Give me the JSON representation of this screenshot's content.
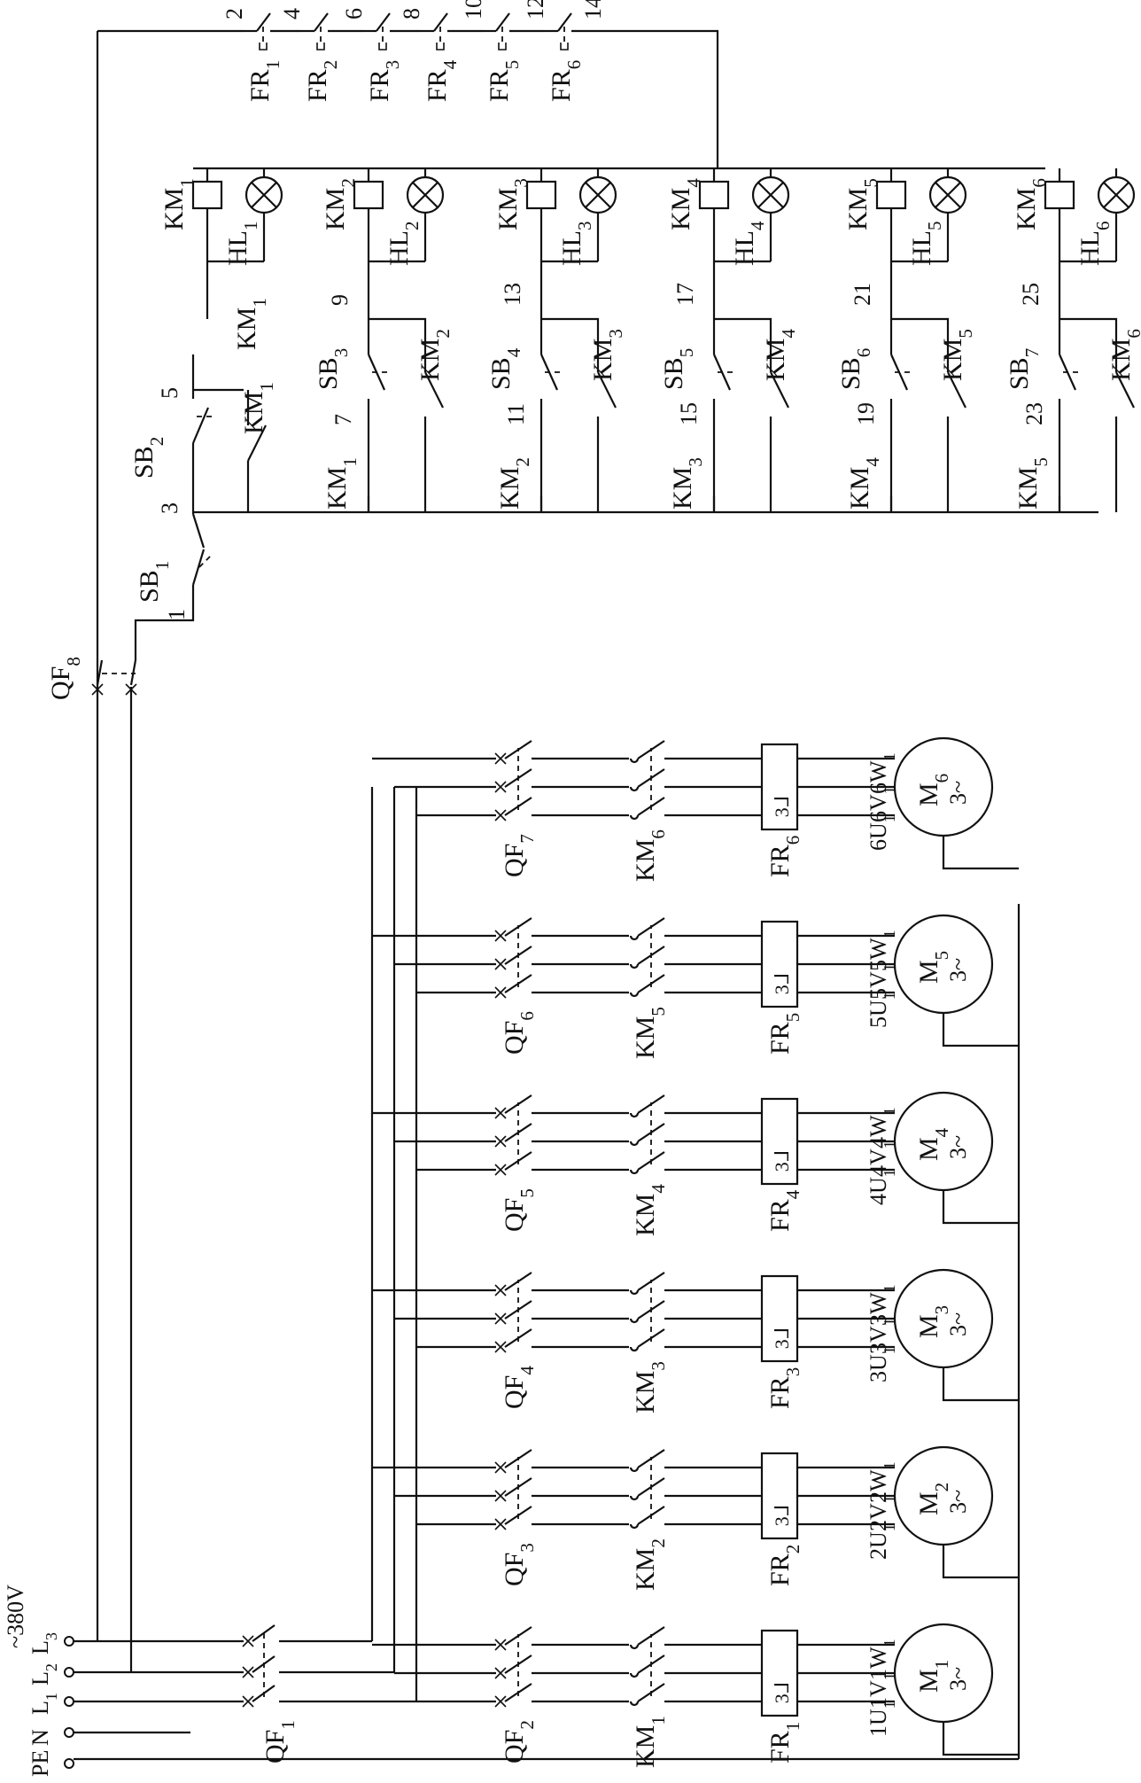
{
  "supply": {
    "voltage": "~380V",
    "terminals": [
      "PE",
      "N",
      "L1",
      "L2",
      "L3"
    ]
  },
  "feeders": [
    {
      "qf": "QF2",
      "km": "KM1",
      "fr": "FR1",
      "motor": "M1",
      "motor_type": "3~",
      "phases": [
        "1U1",
        "1V1",
        "1W1"
      ]
    },
    {
      "qf": "QF3",
      "km": "KM2",
      "fr": "FR2",
      "motor": "M2",
      "motor_type": "3~",
      "phases": [
        "2U1",
        "2V1",
        "2W1"
      ]
    },
    {
      "qf": "QF4",
      "km": "KM3",
      "fr": "FR3",
      "motor": "M3",
      "motor_type": "3~",
      "phases": [
        "3U1",
        "3V1",
        "3W1"
      ]
    },
    {
      "qf": "QF5",
      "km": "KM4",
      "fr": "FR4",
      "motor": "M4",
      "motor_type": "3~",
      "phases": [
        "4U1",
        "4V1",
        "4W1"
      ]
    },
    {
      "qf": "QF6",
      "km": "KM5",
      "fr": "FR5",
      "motor": "M5",
      "motor_type": "3~",
      "phases": [
        "5U1",
        "5V1",
        "5W1"
      ]
    },
    {
      "qf": "QF7",
      "km": "KM6",
      "fr": "FR6",
      "motor": "M6",
      "motor_type": "3~",
      "phases": [
        "6U1",
        "6V1",
        "6W1"
      ]
    }
  ],
  "main_breaker": "QF1",
  "control_breaker": "QF8",
  "fr_element_label": "3ᒧ",
  "control": {
    "stop_button": "SB1",
    "start_button": "SB2",
    "step_buttons": [
      "SB3",
      "SB4",
      "SB5",
      "SB6",
      "SB7"
    ],
    "contactors": [
      "KM1",
      "KM2",
      "KM3",
      "KM4",
      "KM5",
      "KM6"
    ],
    "lamps": [
      "HL1",
      "HL2",
      "HL3",
      "HL4",
      "HL5",
      "HL6"
    ],
    "overload_contacts": [
      "FR1",
      "FR2",
      "FR3",
      "FR4",
      "FR5",
      "FR6"
    ],
    "overload_nodes": [
      "2",
      "4",
      "6",
      "8",
      "10",
      "12",
      "14"
    ],
    "node_1": "1",
    "node_3": "3",
    "node_5": "5",
    "step_nodes_in": [
      "7",
      "11",
      "15",
      "19",
      "23"
    ],
    "step_nodes_out": [
      "9",
      "13",
      "17",
      "21",
      "25"
    ]
  }
}
